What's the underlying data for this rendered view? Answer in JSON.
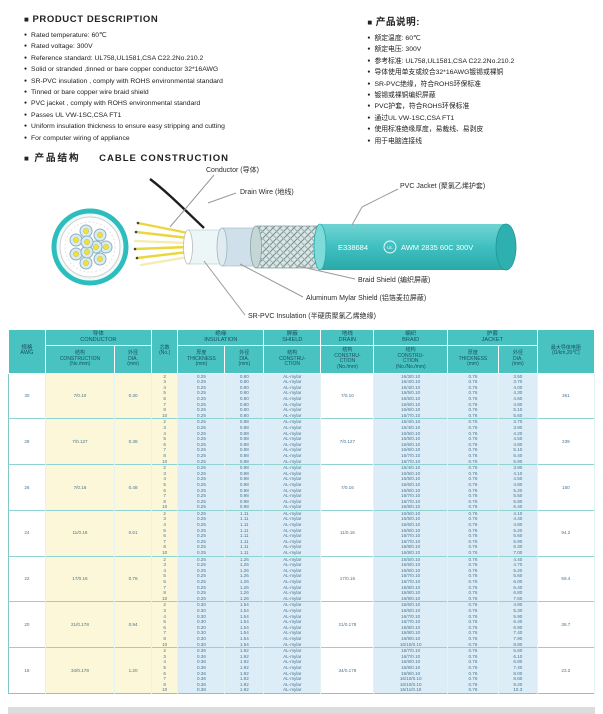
{
  "sections": {
    "en": {
      "title": "PRODUCT  DESCRIPTION",
      "items": [
        "Rated temperature: 60℃",
        "Rated voltage: 300V",
        "Reference standard: UL758,UL1581,CSA C22.2No.210.2",
        "Solid or stranded ,tinned or bare copper conductor 32*16AWG",
        "SR-PVC insulation , comply with ROHS environmental standard",
        "Tinned or bare copper wire braid shield",
        "PVC jacket , comply with ROHS environmental standard",
        "Passes UL VW-1SC,CSA FT1",
        "Uniform insulation thickness to ensure easy stripping and cutting",
        "For computer wiring of appliance"
      ]
    },
    "cn": {
      "title": "产品说明:",
      "items": [
        "额定温度: 60℃",
        "额定电压: 300V",
        "参考标准: UL758,UL1581,CSA C22.2No.210.2",
        "导体使用单支或绞合32*16AWG镀锡或裸铜",
        "SR-PVC绝缘，符合ROHS环保标准",
        "镀锡或裸铜编织屏蔽",
        "PVC护套，符合ROHS环保标准",
        "通过UL VW-1SC,CSA FT1",
        "使用标准绝缘厚度，易裁线、易剥皮",
        "用于电脑连接线"
      ]
    }
  },
  "construction": {
    "heading_cn": "产品结构",
    "heading_en": "CABLE  CONSTRUCTION",
    "labels": {
      "conductor": "Conductor (导体)",
      "drain_wire": "Drain Wire (地线)",
      "pvc_jacket": "PVC Jacket (聚氯乙烯护套)",
      "braid_shield": "Braid Shield (编织屏蔽)",
      "mylar_shield": "Aluminum Mylar Shield (铝箔麦拉屏蔽)",
      "sr_pvc": "SR-PVC Insulation (半硬质聚氯乙烯绝缘)"
    },
    "marking": {
      "e_number": "E338684",
      "ul": "UL",
      "text": "AWM 2835 60C 300V"
    }
  },
  "table": {
    "header": {
      "awg": "规格\nAWG",
      "conductor": "导体\nCONDUCTOR",
      "cores": "芯数\n(No.)",
      "insulation": "绝缘\nINSULATION",
      "shield": "屏蔽\nSHIELD",
      "drain": "地线\nDRAIN",
      "braid": "编织\nBRAID",
      "jacket": "护套\nJACKET",
      "resistance": "最大导体电阻\n(Ω/km,20℃)",
      "sub": {
        "construction": "结构\nCONSTRUCTION\n(No./mm)",
        "dia": "外径\nDIA.\n(mm)",
        "thickness": "厚度\nTHICKNESS\n(mm)",
        "shield": "结构\nCONSTRU-\nCTION",
        "drain": "结构\nCONSTRU-\nCTION\n(No./mm)",
        "braid": "结构\nCONSTRU-\nCTION\n(No./No./mm)"
      }
    },
    "groups": [
      {
        "awg": "30",
        "construction": "7/0.10",
        "dia": "0.30",
        "cores": [
          "2",
          "3",
          "4",
          "5",
          "6",
          "7",
          "8",
          "10"
        ],
        "ins_thickness": "0.25",
        "ins_dia": "0.80",
        "shield": "AL-mylar",
        "drain": "7/0.10",
        "braid": [
          "16/3/0.10",
          "16/4/0.10",
          "16/4/0.10",
          "16/5/0.10",
          "16/5/0.10",
          "16/6/0.10",
          "16/6/0.10",
          "16/7/0.10"
        ],
        "jacket_thickness": "0.76",
        "jacket_dia": [
          "3.50",
          "3.70",
          "4.00",
          "4.30",
          "4.60",
          "4.80",
          "5.10",
          "5.60"
        ],
        "resistance": "361"
      },
      {
        "awg": "28",
        "construction": "7/0.127",
        "dia": "0.38",
        "cores": [
          "2",
          "3",
          "4",
          "5",
          "6",
          "7",
          "8",
          "10"
        ],
        "ins_thickness": "0.25",
        "ins_dia": "0.88",
        "shield": "AL-mylar",
        "drain": "7/0.127",
        "braid": [
          "16/4/0.10",
          "16/4/0.10",
          "16/5/0.10",
          "16/5/0.10",
          "16/6/0.10",
          "16/6/0.10",
          "16/7/0.10",
          "16/7/0.10"
        ],
        "jacket_thickness": "0.76",
        "jacket_dia": [
          "3.70",
          "3.90",
          "4.20",
          "4.50",
          "4.80",
          "5.10",
          "5.40",
          "5.90"
        ],
        "resistance": "239"
      },
      {
        "awg": "26",
        "construction": "7/0.16",
        "dia": "0.48",
        "cores": [
          "2",
          "3",
          "4",
          "5",
          "6",
          "7",
          "8",
          "10"
        ],
        "ins_thickness": "0.25",
        "ins_dia": "0.98",
        "shield": "AL-mylar",
        "drain": "7/0.16",
        "braid": [
          "16/4/0.10",
          "16/5/0.10",
          "16/5/0.10",
          "16/6/0.10",
          "16/6/0.10",
          "16/7/0.10",
          "16/7/0.10",
          "16/8/0.10"
        ],
        "jacket_thickness": "0.76",
        "jacket_dia": [
          "3.90",
          "4.10",
          "4.50",
          "4.80",
          "5.20",
          "5.50",
          "5.80",
          "6.40"
        ],
        "resistance": "150"
      },
      {
        "awg": "24",
        "construction": "11/0.16",
        "dia": "0.61",
        "cores": [
          "2",
          "3",
          "4",
          "5",
          "6",
          "7",
          "8",
          "10"
        ],
        "ins_thickness": "0.25",
        "ins_dia": "1.11",
        "shield": "AL-mylar",
        "drain": "11/0.16",
        "braid": [
          "16/5/0.10",
          "16/5/0.10",
          "16/6/0.10",
          "16/6/0.10",
          "16/7/0.10",
          "16/7/0.10",
          "16/8/0.10",
          "16/8/0.10"
        ],
        "jacket_thickness": "0.76",
        "jacket_dia": [
          "4.10",
          "4.40",
          "4.80",
          "5.20",
          "5.60",
          "5.90",
          "6.30",
          "7.00"
        ],
        "resistance": "94.2"
      },
      {
        "awg": "22",
        "construction": "17/0.16",
        "dia": "0.76",
        "cores": [
          "2",
          "3",
          "4",
          "5",
          "6",
          "7",
          "8",
          "10"
        ],
        "ins_thickness": "0.25",
        "ins_dia": "1.26",
        "shield": "AL-mylar",
        "drain": "17/0.16",
        "braid": [
          "16/5/0.10",
          "16/6/0.10",
          "16/6/0.10",
          "16/7/0.10",
          "16/7/0.10",
          "16/8/0.10",
          "16/8/0.10",
          "16/9/0.10"
        ],
        "jacket_thickness": "0.76",
        "jacket_dia": [
          "4.40",
          "4.70",
          "5.20",
          "5.60",
          "6.00",
          "6.40",
          "6.80",
          "7.60"
        ],
        "resistance": "59.4"
      },
      {
        "awg": "20",
        "construction": "21/0.178",
        "dia": "0.94",
        "cores": [
          "2",
          "3",
          "4",
          "5",
          "6",
          "7",
          "8",
          "10"
        ],
        "ins_thickness": "0.30",
        "ins_dia": "1.54",
        "shield": "AL-mylar",
        "drain": "21/0.178",
        "braid": [
          "16/6/0.10",
          "16/6/0.10",
          "16/7/0.10",
          "16/7/0.10",
          "16/8/0.10",
          "16/8/0.10",
          "16/9/0.10",
          "16/10/0.10"
        ],
        "jacket_thickness": "0.76",
        "jacket_dia": [
          "4.90",
          "5.30",
          "5.90",
          "6.40",
          "6.90",
          "7.40",
          "7.90",
          "8.80"
        ],
        "resistance": "36.7"
      },
      {
        "awg": "18",
        "construction": "34/0.178",
        "dia": "1.20",
        "cores": [
          "2",
          "3",
          "4",
          "5",
          "6",
          "7",
          "8",
          "10"
        ],
        "ins_thickness": "0.36",
        "ins_dia": "1.92",
        "shield": "AL-mylar",
        "drain": "34/0.178",
        "braid": [
          "16/7/0.10",
          "16/7/0.10",
          "16/8/0.10",
          "16/8/0.10",
          "16/9/0.10",
          "16/10/0.10",
          "16/10/0.10",
          "16/11/0.10"
        ],
        "jacket_thickness": "0.76",
        "jacket_dia": [
          "5.60",
          "6.10",
          "6.80",
          "7.40",
          "8.00",
          "8.60",
          "9.20",
          "10.3"
        ],
        "resistance": "23.2"
      }
    ]
  }
}
